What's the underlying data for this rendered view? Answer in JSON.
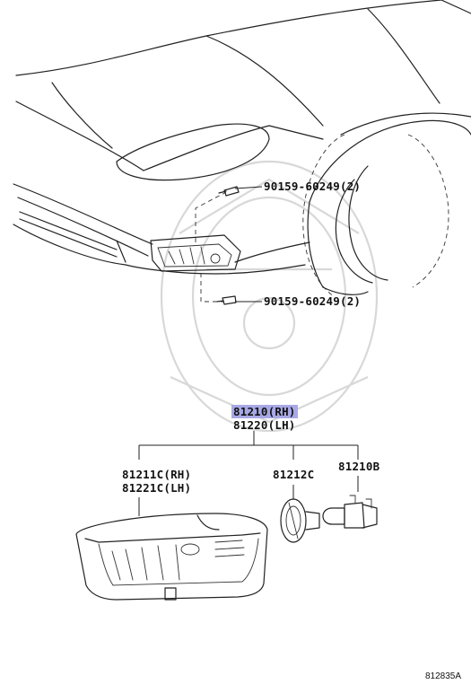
{
  "callouts": {
    "upper_bolt": "90159-60249(2)",
    "lower_bolt": "90159-60249(2)",
    "assembly_rh": "81210(RH)",
    "assembly_lh": "81220(LH)",
    "lens_rh": "81211C(RH)",
    "lens_lh": "81221C(LH)",
    "socket": "81212C",
    "bulb": "81210B"
  },
  "diagram_id": "812835A",
  "highlight_color": "#a8a8e6",
  "icons": {
    "car_front": "car-front-outline-illustration",
    "fog_lamp_installed": "fog-lamp-installed-illustration",
    "bolt": "bolt-icon",
    "fog_lamp_lens": "fog-lamp-lens-illustration",
    "socket": "socket-icon",
    "bulb": "bulb-icon",
    "watermark": "watermark-emblem"
  }
}
